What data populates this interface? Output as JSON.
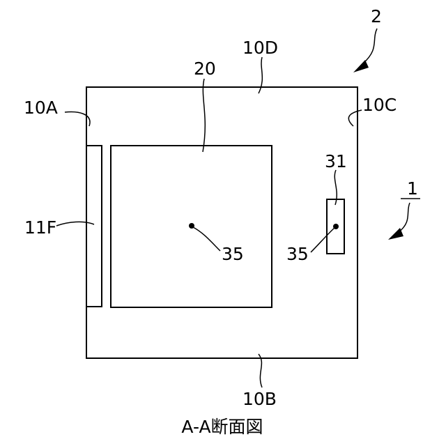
{
  "labels": {
    "ref_2": "2",
    "ref_1": "1",
    "ref_10D": "10D",
    "ref_10A": "10A",
    "ref_10C": "10C",
    "ref_10B": "10B",
    "ref_20": "20",
    "ref_31": "31",
    "ref_11F": "11F",
    "ref_35_left": "35",
    "ref_35_right": "35"
  },
  "caption": "A-A断面図"
}
